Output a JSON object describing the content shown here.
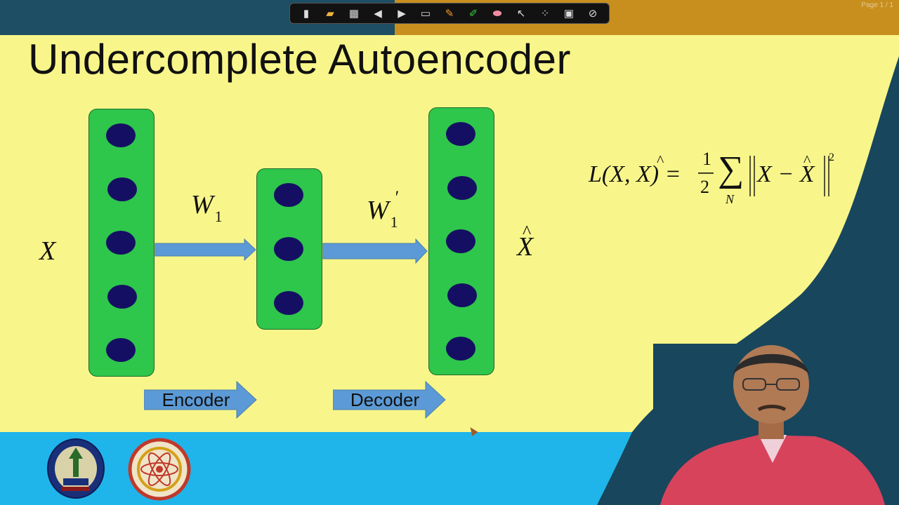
{
  "toolbar": {
    "tools": [
      {
        "icon": "new-page-icon",
        "glyph": "▮"
      },
      {
        "icon": "folder-icon",
        "glyph": "▰"
      },
      {
        "icon": "save-icon",
        "glyph": "▦"
      },
      {
        "icon": "previous-icon",
        "glyph": "◀"
      },
      {
        "icon": "next-icon",
        "glyph": "▶"
      },
      {
        "icon": "screen-icon",
        "glyph": "▭"
      },
      {
        "icon": "pen-icon",
        "glyph": "✎"
      },
      {
        "icon": "highlighter-icon",
        "glyph": "✐"
      },
      {
        "icon": "eraser-icon",
        "glyph": "⬬"
      },
      {
        "icon": "pointer-icon",
        "glyph": "↖"
      },
      {
        "icon": "laser-icon",
        "glyph": "⁘"
      },
      {
        "icon": "whiteboard-icon",
        "glyph": "▣"
      },
      {
        "icon": "close-icon",
        "glyph": "⊘"
      }
    ]
  },
  "page_indicator": "Page 1 / 1",
  "slide": {
    "title": "Undercomplete Autoencoder",
    "input_label": "X",
    "output_label": "X",
    "weight_encoder": {
      "symbol": "W",
      "subscript": "1",
      "prime": ""
    },
    "weight_decoder": {
      "symbol": "W",
      "subscript": "1",
      "prime": "′"
    },
    "encoder_label": "Encoder",
    "decoder_label": "Decoder",
    "formula": {
      "lhs": "L(X, X) =",
      "one": "1",
      "two": "2",
      "sum": "∑",
      "sum_sub": "N",
      "body": "X − X",
      "exp": "2"
    }
  },
  "network": {
    "layers": [
      {
        "name": "input-layer",
        "units": 5
      },
      {
        "name": "hidden-layer",
        "units": 3
      },
      {
        "name": "output-layer",
        "units": 5
      }
    ]
  },
  "colors": {
    "slide_bg": "#f8f68a",
    "footer": "#1fb5ea",
    "layer_fill": "#2ec64b",
    "node_fill": "#150f63",
    "arrow_fill": "#5b9ad6",
    "dark_teal": "#18465c",
    "toolbar_right": "#c88f1e"
  }
}
